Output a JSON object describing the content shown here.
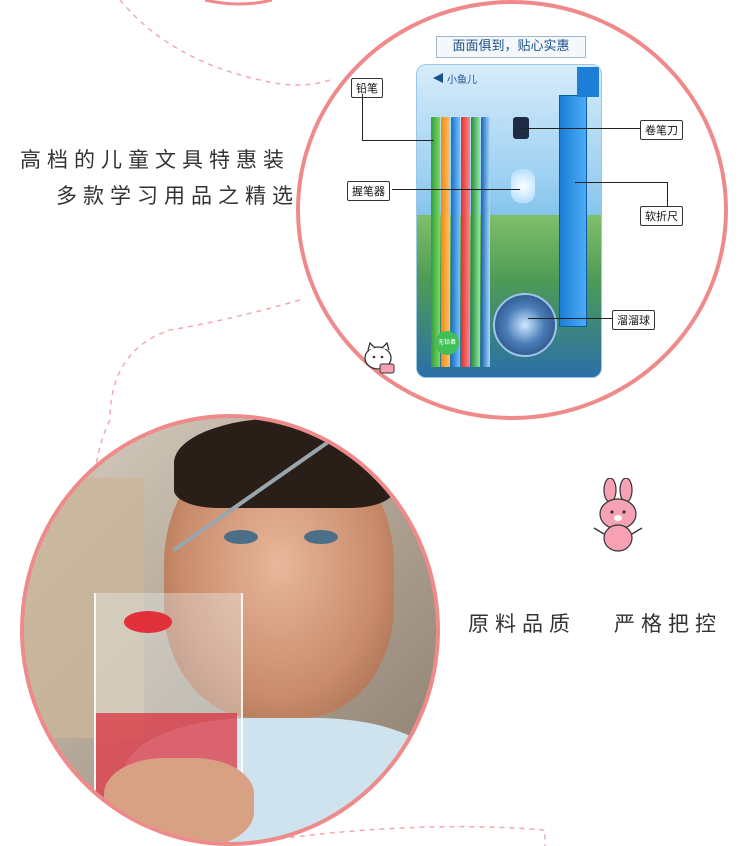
{
  "product_panel": {
    "header_label": "面面俱到，贴心实惠",
    "brand": "小鱼儿",
    "callouts": {
      "pencil": "铅笔",
      "sharpener": "卷笔刀",
      "grip": "握笔器",
      "ruler": "软折尺",
      "yoyo": "溜溜球"
    },
    "badge": "无铅毒"
  },
  "slogan": {
    "line1": "高档的儿童文具特惠装",
    "line2": "多款学习用品之精选"
  },
  "quality": {
    "text": "原料品质   严格把控"
  },
  "colors": {
    "circle_border": "#f08a8a",
    "dashed_line": "#f4a9b0",
    "pink_accent": "#f7a1b5"
  }
}
